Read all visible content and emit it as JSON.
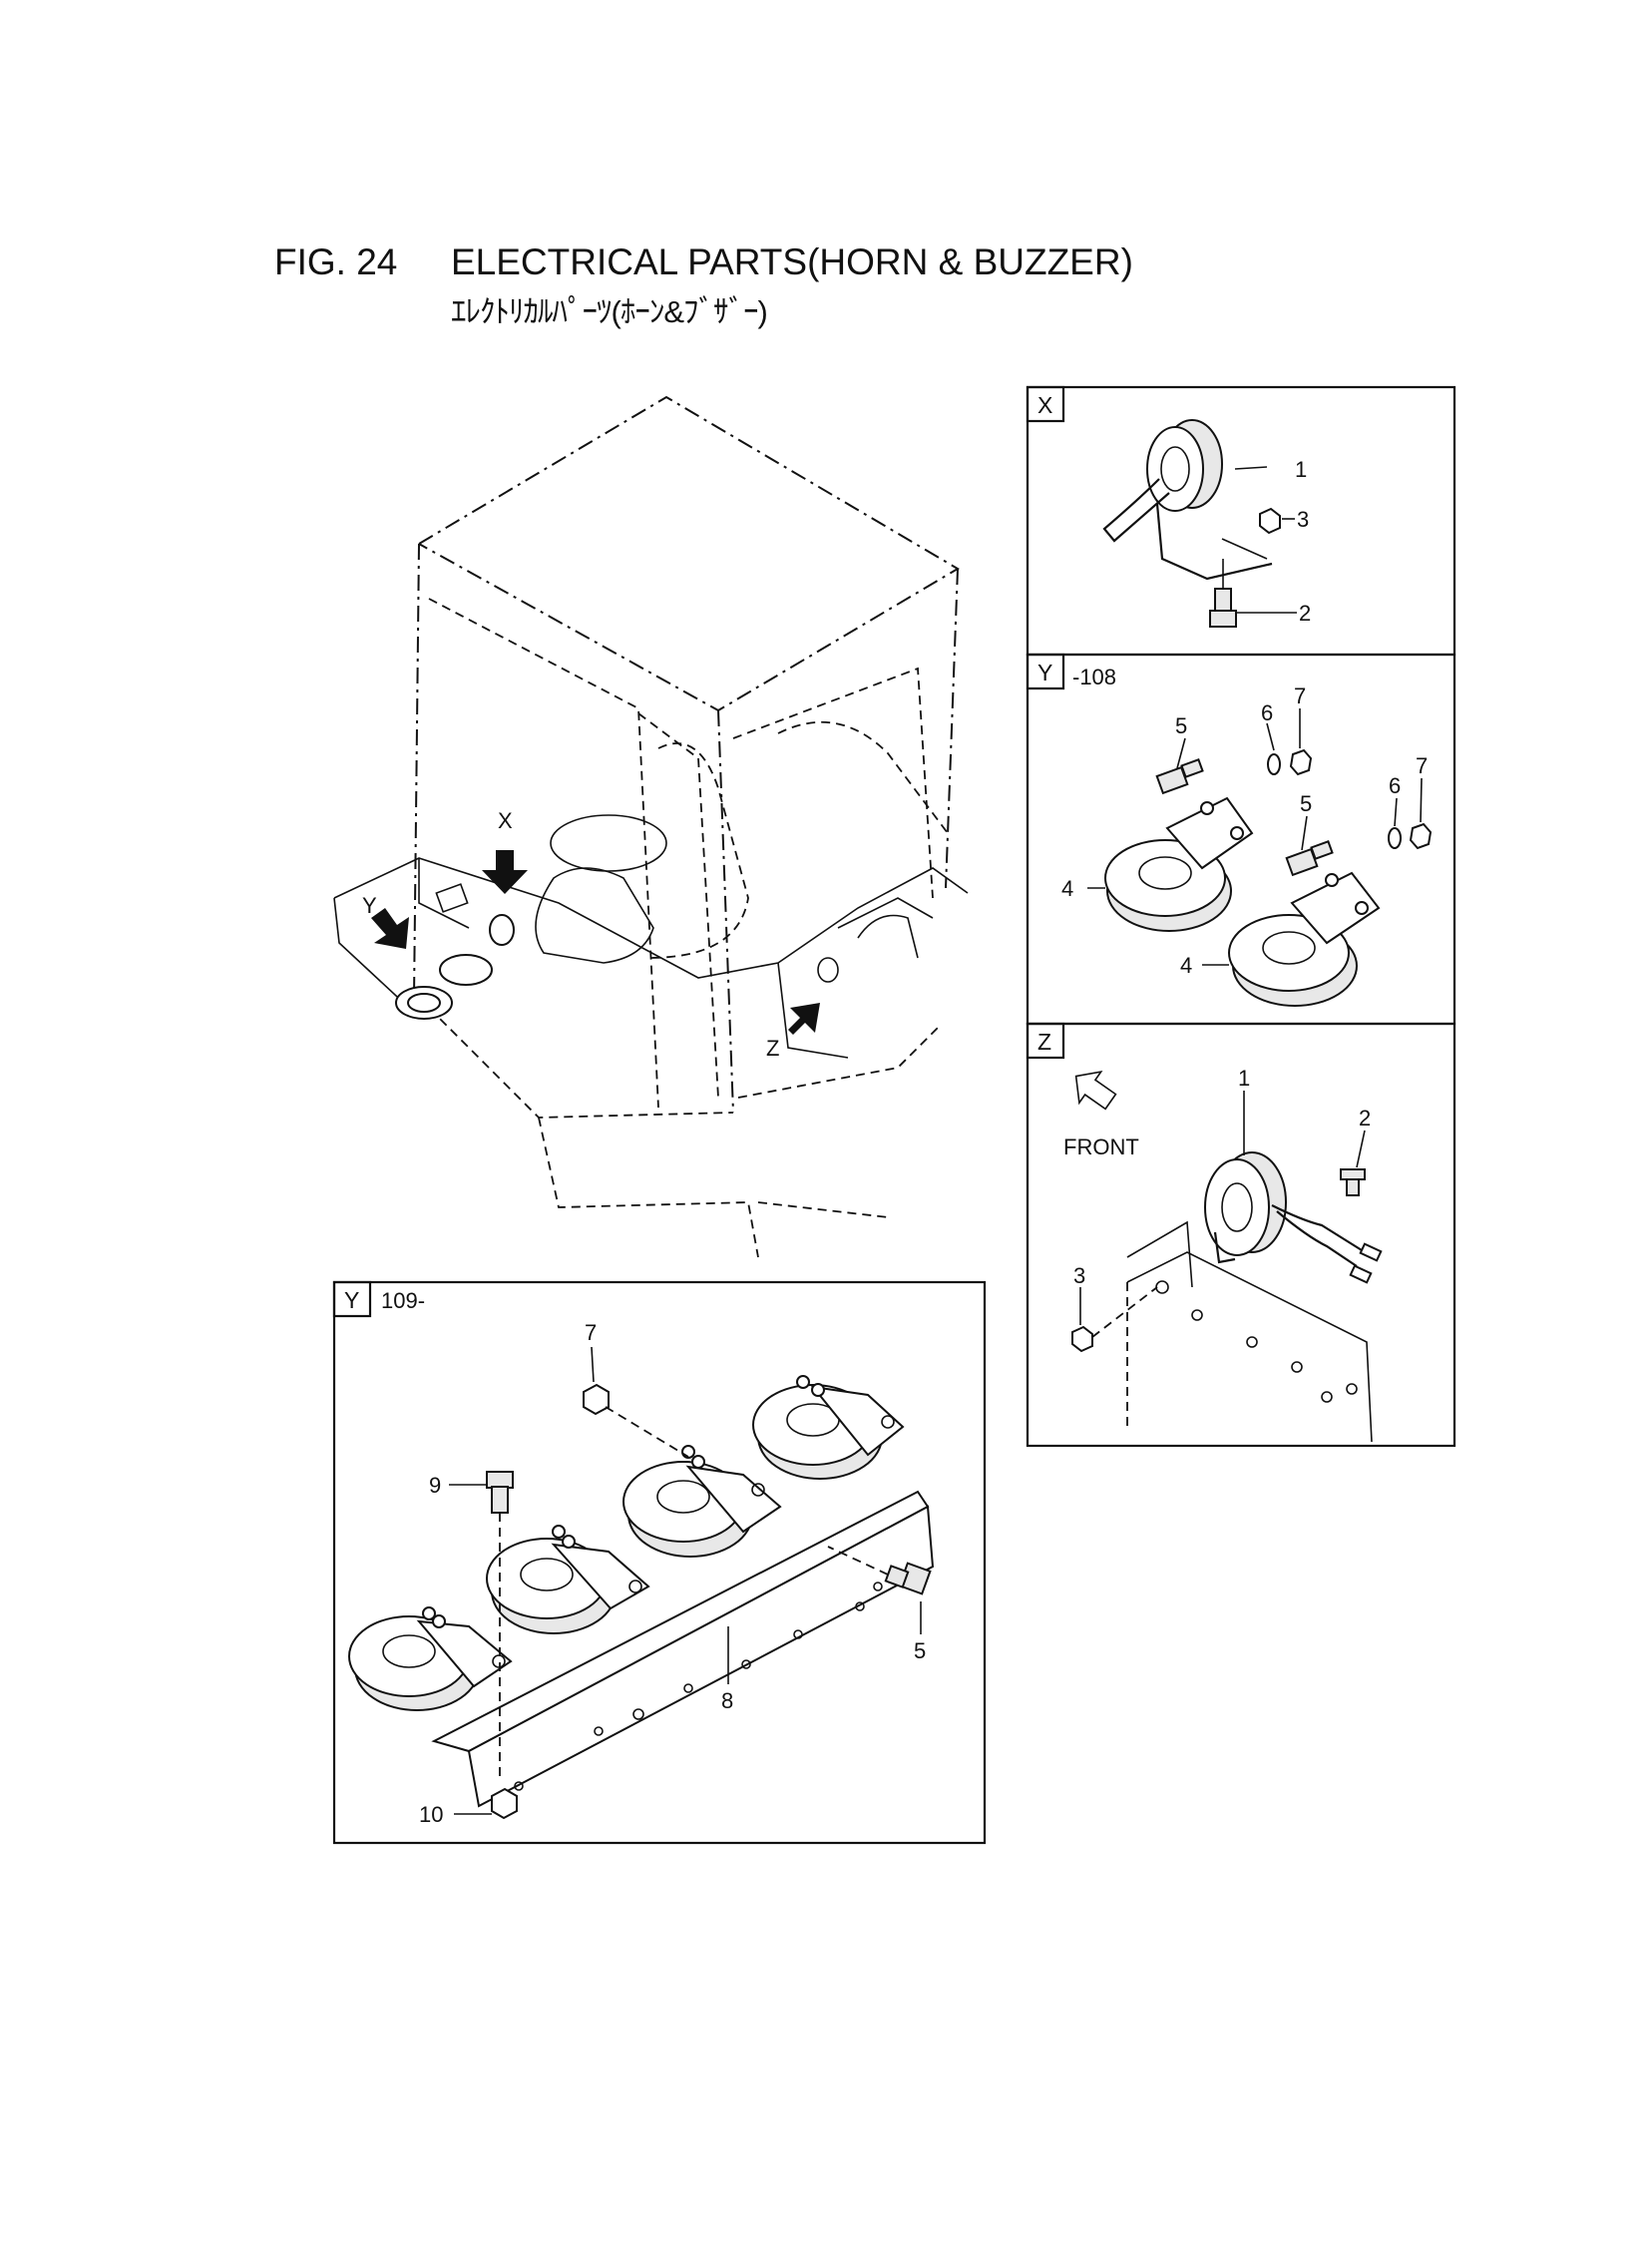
{
  "header": {
    "fig_number": "FIG. 24",
    "title": "ELECTRICAL PARTS(HORN & BUZZER)",
    "subtitle": "ｴﾚｸﾄﾘｶﾙﾊﾟｰﾂ(ﾎｰﾝ&ﾌﾞｻﾞｰ)"
  },
  "main_view": {
    "arrows": [
      "X",
      "Y",
      "Z"
    ]
  },
  "detail_x": {
    "tag": "X",
    "callouts": [
      "1",
      "2",
      "3"
    ]
  },
  "detail_y_108": {
    "tag": "Y",
    "serial_range": "-108",
    "callouts": [
      "4",
      "4",
      "5",
      "5",
      "6",
      "6",
      "7",
      "7"
    ]
  },
  "detail_z": {
    "tag": "Z",
    "front_label": "FRONT",
    "callouts": [
      "1",
      "2",
      "3"
    ]
  },
  "detail_y_109": {
    "tag": "Y",
    "serial_range": "109-",
    "callouts": [
      "5",
      "7",
      "8",
      "9",
      "10"
    ]
  }
}
